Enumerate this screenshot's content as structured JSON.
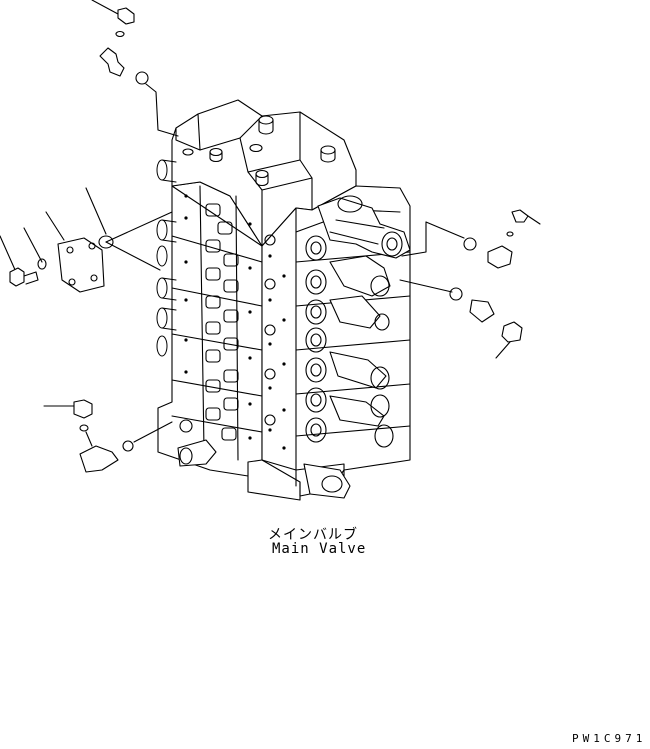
{
  "caption": {
    "japanese": "メインバルブ",
    "english": "Main Valve"
  },
  "drawing_code": "PW1C971",
  "colors": {
    "line": "#000000",
    "background": "#ffffff"
  }
}
